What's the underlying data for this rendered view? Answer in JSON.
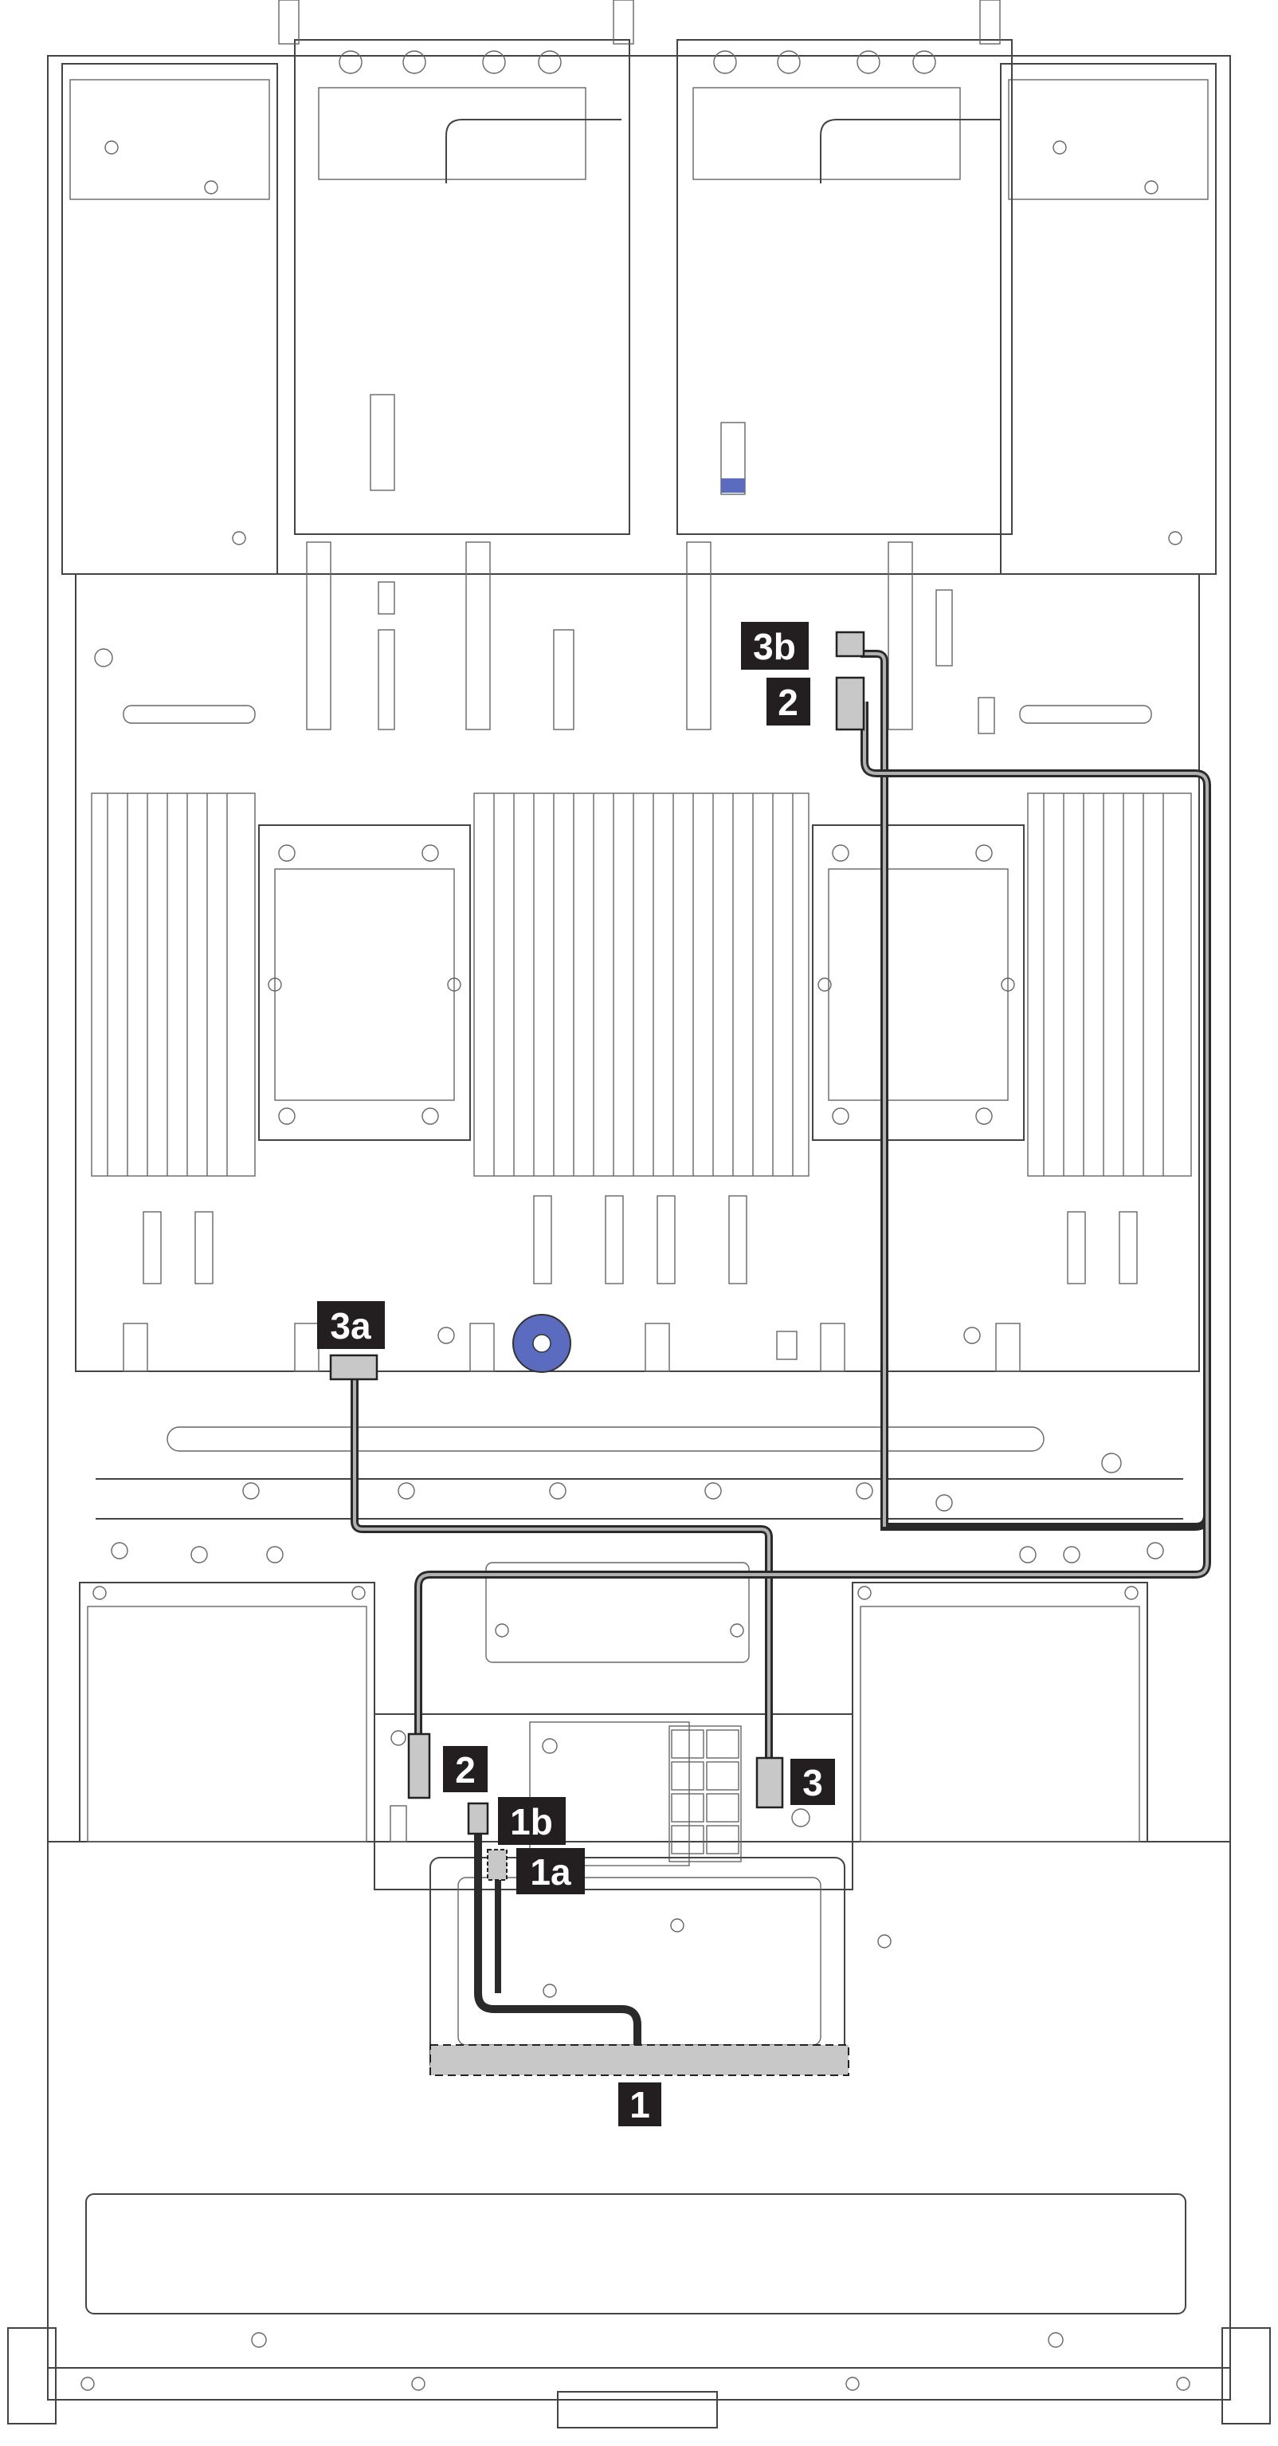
{
  "callouts": {
    "c3b": "3b",
    "c2_top": "2",
    "c3a": "3a",
    "c2_bottom": "2",
    "c3": "3",
    "c1b": "1b",
    "c1a": "1a",
    "c1": "1"
  },
  "colors": {
    "cable": "#3a3a3a",
    "connector": "#c8c8c8",
    "callout": "#231f20",
    "accent_blue": "#5b6bbf"
  }
}
